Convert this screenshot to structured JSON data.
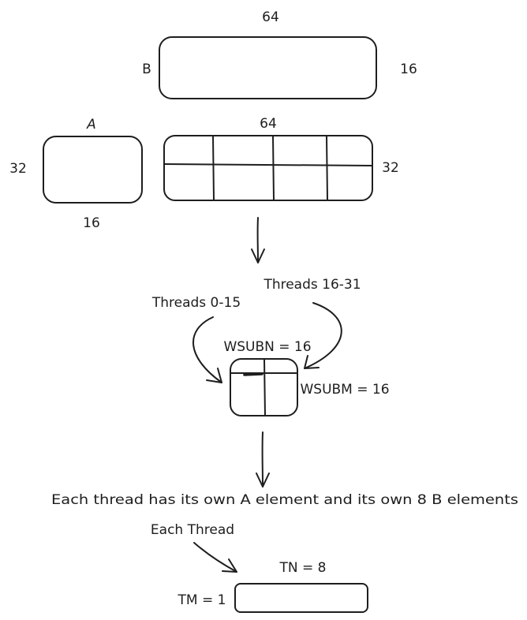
{
  "matrix_b": {
    "name": "B",
    "width_label": "64",
    "height_label": "16"
  },
  "matrix_a": {
    "name": "A",
    "height_label": "32",
    "width_label": "16"
  },
  "matrix_c": {
    "width_label": "64",
    "height_label": "32"
  },
  "threads": {
    "group_left": "Threads 0-15",
    "group_right": "Threads 16-31"
  },
  "warp_subtile": {
    "wsubn_label": "WSUBN = 16",
    "wsubm_label": "WSUBM = 16"
  },
  "caption": "Each thread has its own A element and its own 8 B elements",
  "thread_tile": {
    "each_thread_label": "Each Thread",
    "tn_label": "TN = 8",
    "tm_label": "TM = 1"
  }
}
